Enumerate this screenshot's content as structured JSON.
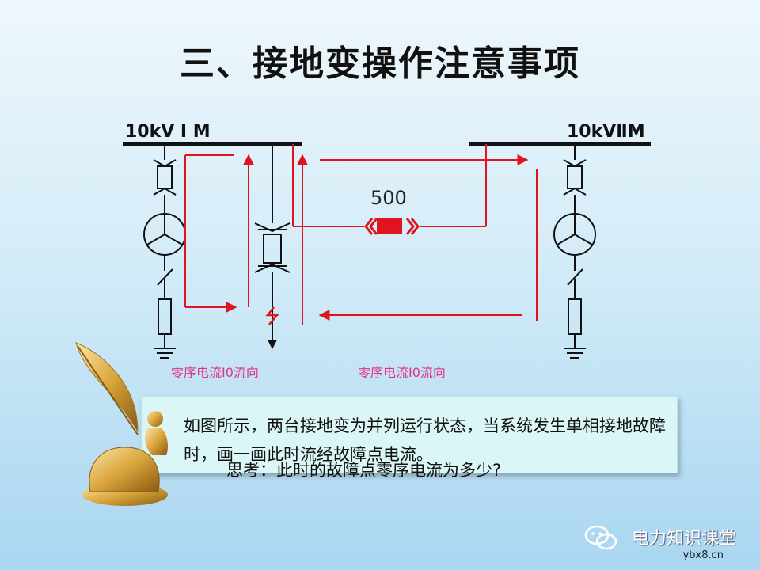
{
  "title": "三、接地变操作注意事项",
  "bus_left_label": "10kV I M",
  "bus_right_label": "10kVⅡM",
  "resistor_value": "500",
  "flow_label_left": "零序电流I0流向",
  "flow_label_right": "零序电流I0流向",
  "note": {
    "text": "如图所示，两台接地变为并列运行状态，当系统发生单相接地故障时，画一画此时流经故障点电流。",
    "question": "思考：此时的故障点零序电流为多少?"
  },
  "footer": {
    "brand": "电力知识课堂",
    "url": "ybx8.cn"
  },
  "colors": {
    "flow_arrow": "#e0141e",
    "label_pink": "#e0308a",
    "wiring": "#111111"
  }
}
